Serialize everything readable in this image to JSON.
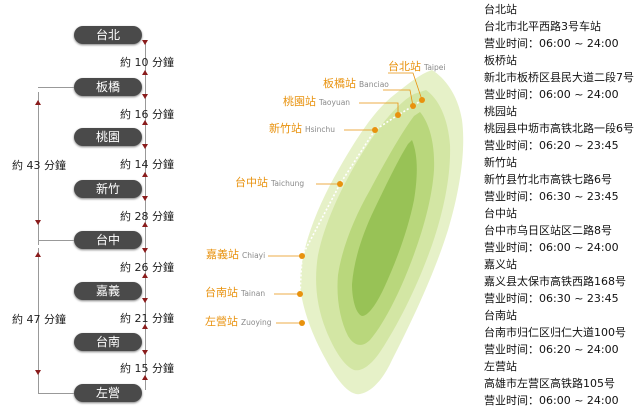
{
  "stations": [
    "台北",
    "板橋",
    "桃園",
    "新竹",
    "台中",
    "嘉義",
    "台南",
    "左營"
  ],
  "segments": [
    "約 10 分鐘",
    "約 16 分鐘",
    "約 14 分鐘",
    "約 28 分鐘",
    "約 26 分鐘",
    "約 21 分鐘",
    "約 15 分鐘"
  ],
  "long_segments": [
    "約 43 分鐘",
    "約 47 分鐘"
  ],
  "map_labels": [
    {
      "zh": "台北站",
      "en": "Taipei"
    },
    {
      "zh": "板橋站",
      "en": "Banciao"
    },
    {
      "zh": "桃園站",
      "en": "Taoyuan"
    },
    {
      "zh": "新竹站",
      "en": "Hsinchu"
    },
    {
      "zh": "台中站",
      "en": "Taichung"
    },
    {
      "zh": "嘉義站",
      "en": "Chiayi"
    },
    {
      "zh": "台南站",
      "en": "Tainan"
    },
    {
      "zh": "左營站",
      "en": "Zuoying"
    }
  ],
  "info": [
    "台北站",
    "台北市北平西路3号车站",
    "营业时间：06:00 ~ 24:00",
    "板桥站",
    "新北市板桥区县民大道二段7号",
    "营业时间：06:00 ~ 24:00",
    "桃园站",
    "桃园县中坜市高铁北路一段6号",
    "营业时间：06:20 ~ 23:45",
    "新竹站",
    "新竹县竹北市高铁七路6号",
    "营业时间：06:30 ~ 23:45",
    "台中站",
    "台中市乌日区站区二路8号",
    "营业时间：06:00 ~ 24:00",
    "嘉义站",
    "嘉义县太保市高铁西路168号",
    "营业时间：06:30 ~ 23:45",
    "台南站",
    "台南市归仁区归仁大道100号",
    "营业时间：06:20 ~ 24:00",
    "左营站",
    "高雄市左营区高铁路105号",
    "营业时间：06:00 ~ 24:00"
  ],
  "colors": {
    "accent": "#e8920e",
    "pill": "#4a4a4a",
    "arrow": "#8a1c1c",
    "land_light": "#e2efc0",
    "land_dark": "#8fba4a"
  }
}
